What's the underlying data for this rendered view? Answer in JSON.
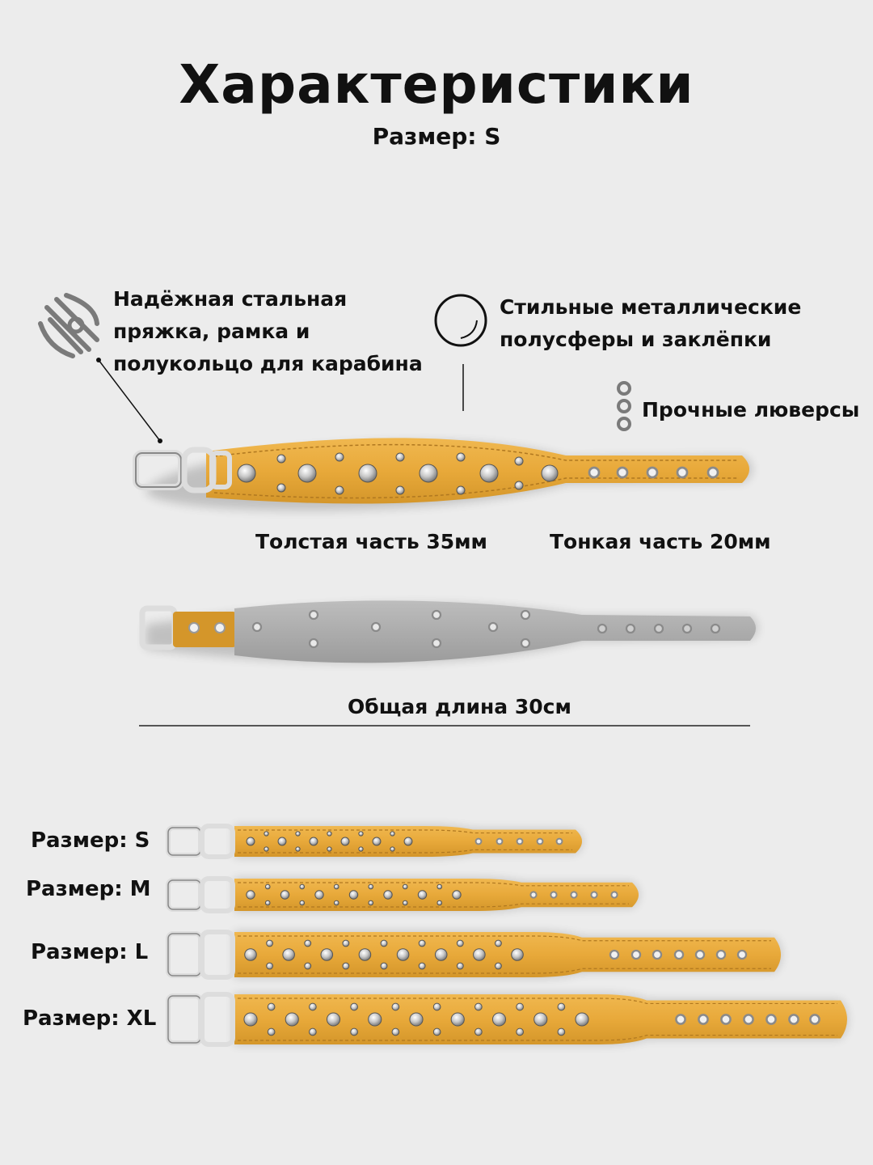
{
  "header": {
    "title": "Характеристики",
    "subtitle": "Размер: S"
  },
  "features": {
    "buckle": [
      "Надёжная стальная",
      "пряжка, рамка и",
      "полукольцо для карабина"
    ],
    "studs": [
      "Стильные металлические",
      "полусферы и заклёпки"
    ],
    "grommets": "Прочные люверсы"
  },
  "dimensions": {
    "thick": "Толстая часть 35мм",
    "thin": "Тонкая часть 20мм",
    "total": "Общая длина 30см"
  },
  "sizes": [
    {
      "label": "Размер: S"
    },
    {
      "label": "Размер: M"
    },
    {
      "label": "Размер: L"
    },
    {
      "label": "Размер: XL"
    }
  ],
  "colors": {
    "leather": "#e8a93a",
    "leather_dark": "#c98b22",
    "felt": "#a9a9a9",
    "metal": "#d9d9d9",
    "background": "#ececec",
    "icon": "#7a7a7a"
  }
}
